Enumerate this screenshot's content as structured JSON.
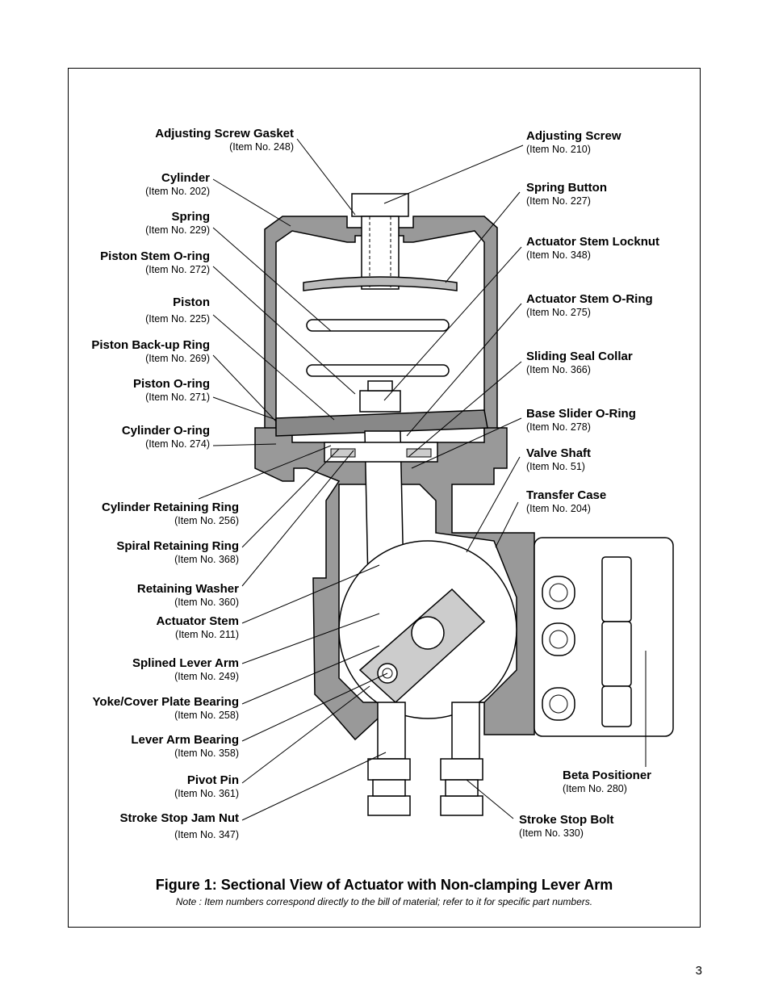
{
  "figure": {
    "caption": "Figure 1: Sectional View of Actuator with Non-clamping Lever Arm",
    "note": "Note : Item numbers correspond directly to the bill of material; refer to it for specific part numbers."
  },
  "page_number": "3",
  "callouts_left": [
    {
      "name": "Adjusting Screw Gasket",
      "item": "(Item No. 248)"
    },
    {
      "name": "Cylinder",
      "item": "(Item No. 202)"
    },
    {
      "name": "Spring",
      "item": "(Item No. 229)"
    },
    {
      "name": "Piston Stem O-ring",
      "item": "(Item No. 272)"
    },
    {
      "name": "Piston",
      "item": "(Item No. 225)"
    },
    {
      "name": "Piston Back-up Ring",
      "item": "(Item No. 269)"
    },
    {
      "name": "Piston O-ring",
      "item": "(Item No. 271)"
    },
    {
      "name": "Cylinder O-ring",
      "item": "(Item No. 274)"
    },
    {
      "name": "Cylinder Retaining Ring",
      "item": "(Item No. 256)"
    },
    {
      "name": "Spiral Retaining Ring",
      "item": "(Item No. 368)"
    },
    {
      "name": "Retaining Washer",
      "item": "(Item No. 360)"
    },
    {
      "name": "Actuator Stem",
      "item": "(Item No. 211)"
    },
    {
      "name": "Splined Lever Arm",
      "item": "(Item No. 249)"
    },
    {
      "name": "Yoke/Cover Plate Bearing",
      "item": "(Item No. 258)"
    },
    {
      "name": "Lever Arm Bearing",
      "item": "(Item No. 358)"
    },
    {
      "name": "Pivot Pin",
      "item": "(Item No. 361)"
    },
    {
      "name": "Stroke Stop Jam Nut",
      "item": "(Item No. 347)"
    }
  ],
  "callouts_right": [
    {
      "name": "Adjusting Screw",
      "item": "(Item No. 210)"
    },
    {
      "name": "Spring Button",
      "item": "(Item No. 227)"
    },
    {
      "name": "Actuator Stem Locknut",
      "item": "(Item No. 348)"
    },
    {
      "name": "Actuator Stem O-Ring",
      "item": "(Item No. 275)"
    },
    {
      "name": "Sliding Seal Collar",
      "item": "(Item No. 366)"
    },
    {
      "name": "Base Slider O-Ring",
      "item": "(Item No. 278)"
    },
    {
      "name": "Valve Shaft",
      "item": "(Item No. 51)"
    },
    {
      "name": "Transfer Case",
      "item": "(Item No. 204)"
    },
    {
      "name": "Beta Positioner",
      "item": "(Item No. 280)"
    },
    {
      "name": "Stroke Stop Bolt",
      "item": "(Item No. 330)"
    }
  ]
}
